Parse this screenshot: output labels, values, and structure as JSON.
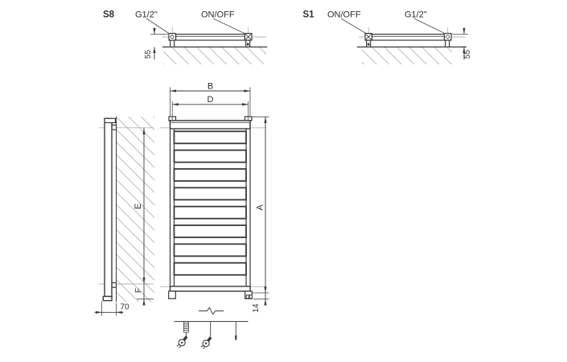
{
  "diagram": {
    "s8": {
      "label": "S8",
      "port_left": "G1/2\"",
      "port_right": "ON/OFF",
      "wall_distance": "55"
    },
    "s1": {
      "label": "S1",
      "port_left": "ON/OFF",
      "port_right": "G1/2\"",
      "wall_distance": "55"
    },
    "front": {
      "dim_outer_width": "B",
      "dim_pipe_spacing": "D",
      "dim_height": "A",
      "dim_foot": "14",
      "rung_count": 8
    },
    "side": {
      "dim_mount_height": "E",
      "dim_foot": "F",
      "dim_depth": "70"
    }
  },
  "colors": {
    "line": "#3a3a3a",
    "centerline": "#b5b5b5",
    "hatch": "#bbbbbb",
    "background": "#ffffff"
  }
}
